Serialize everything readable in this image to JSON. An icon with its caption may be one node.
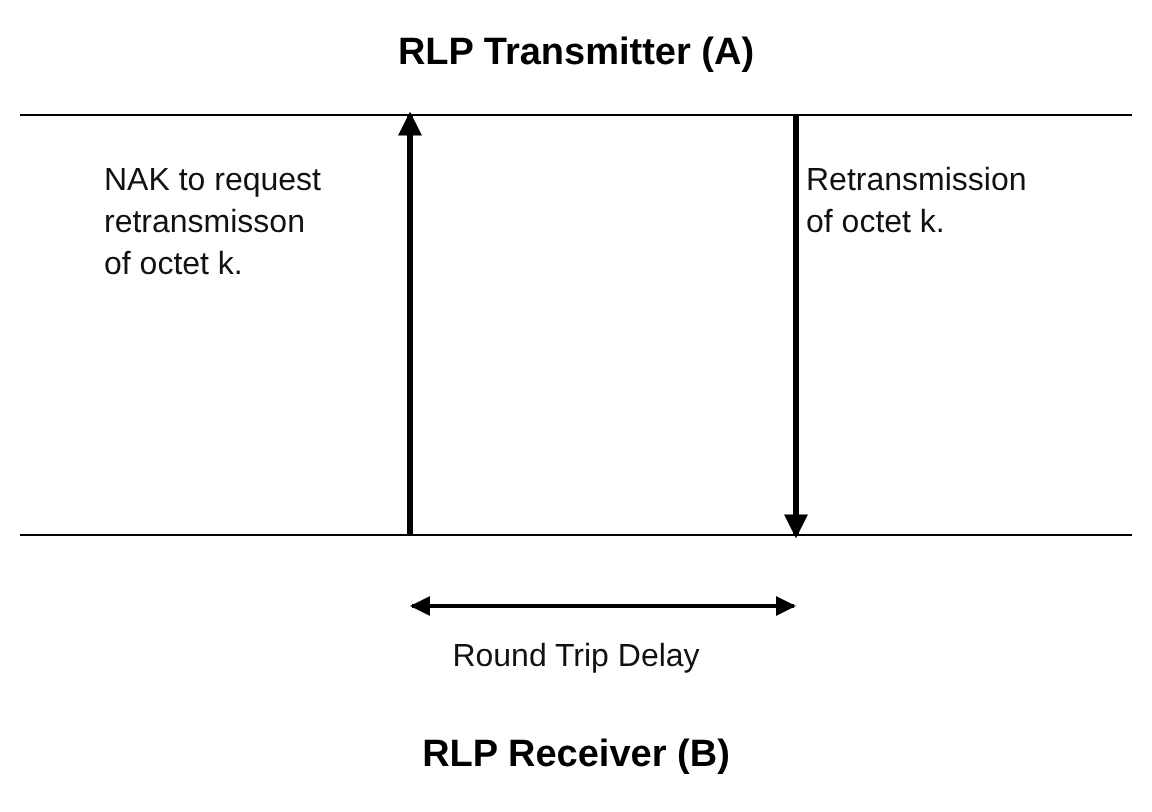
{
  "diagram": {
    "nodes": [
      {
        "text": [
          "RLP Transmitter (A)"
        ]
      },
      {
        "text": [
          "RLP Receiver (B)"
        ]
      }
    ],
    "edges": [
      {
        "from": 1,
        "to": 0,
        "arrow": "to",
        "label": "NAK to request retransmisson of octet k."
      },
      {
        "from": 0,
        "to": 1,
        "arrow": "to",
        "label": "Retransmission of octet k."
      }
    ],
    "labels": [
      "Round Trip Delay"
    ]
  }
}
